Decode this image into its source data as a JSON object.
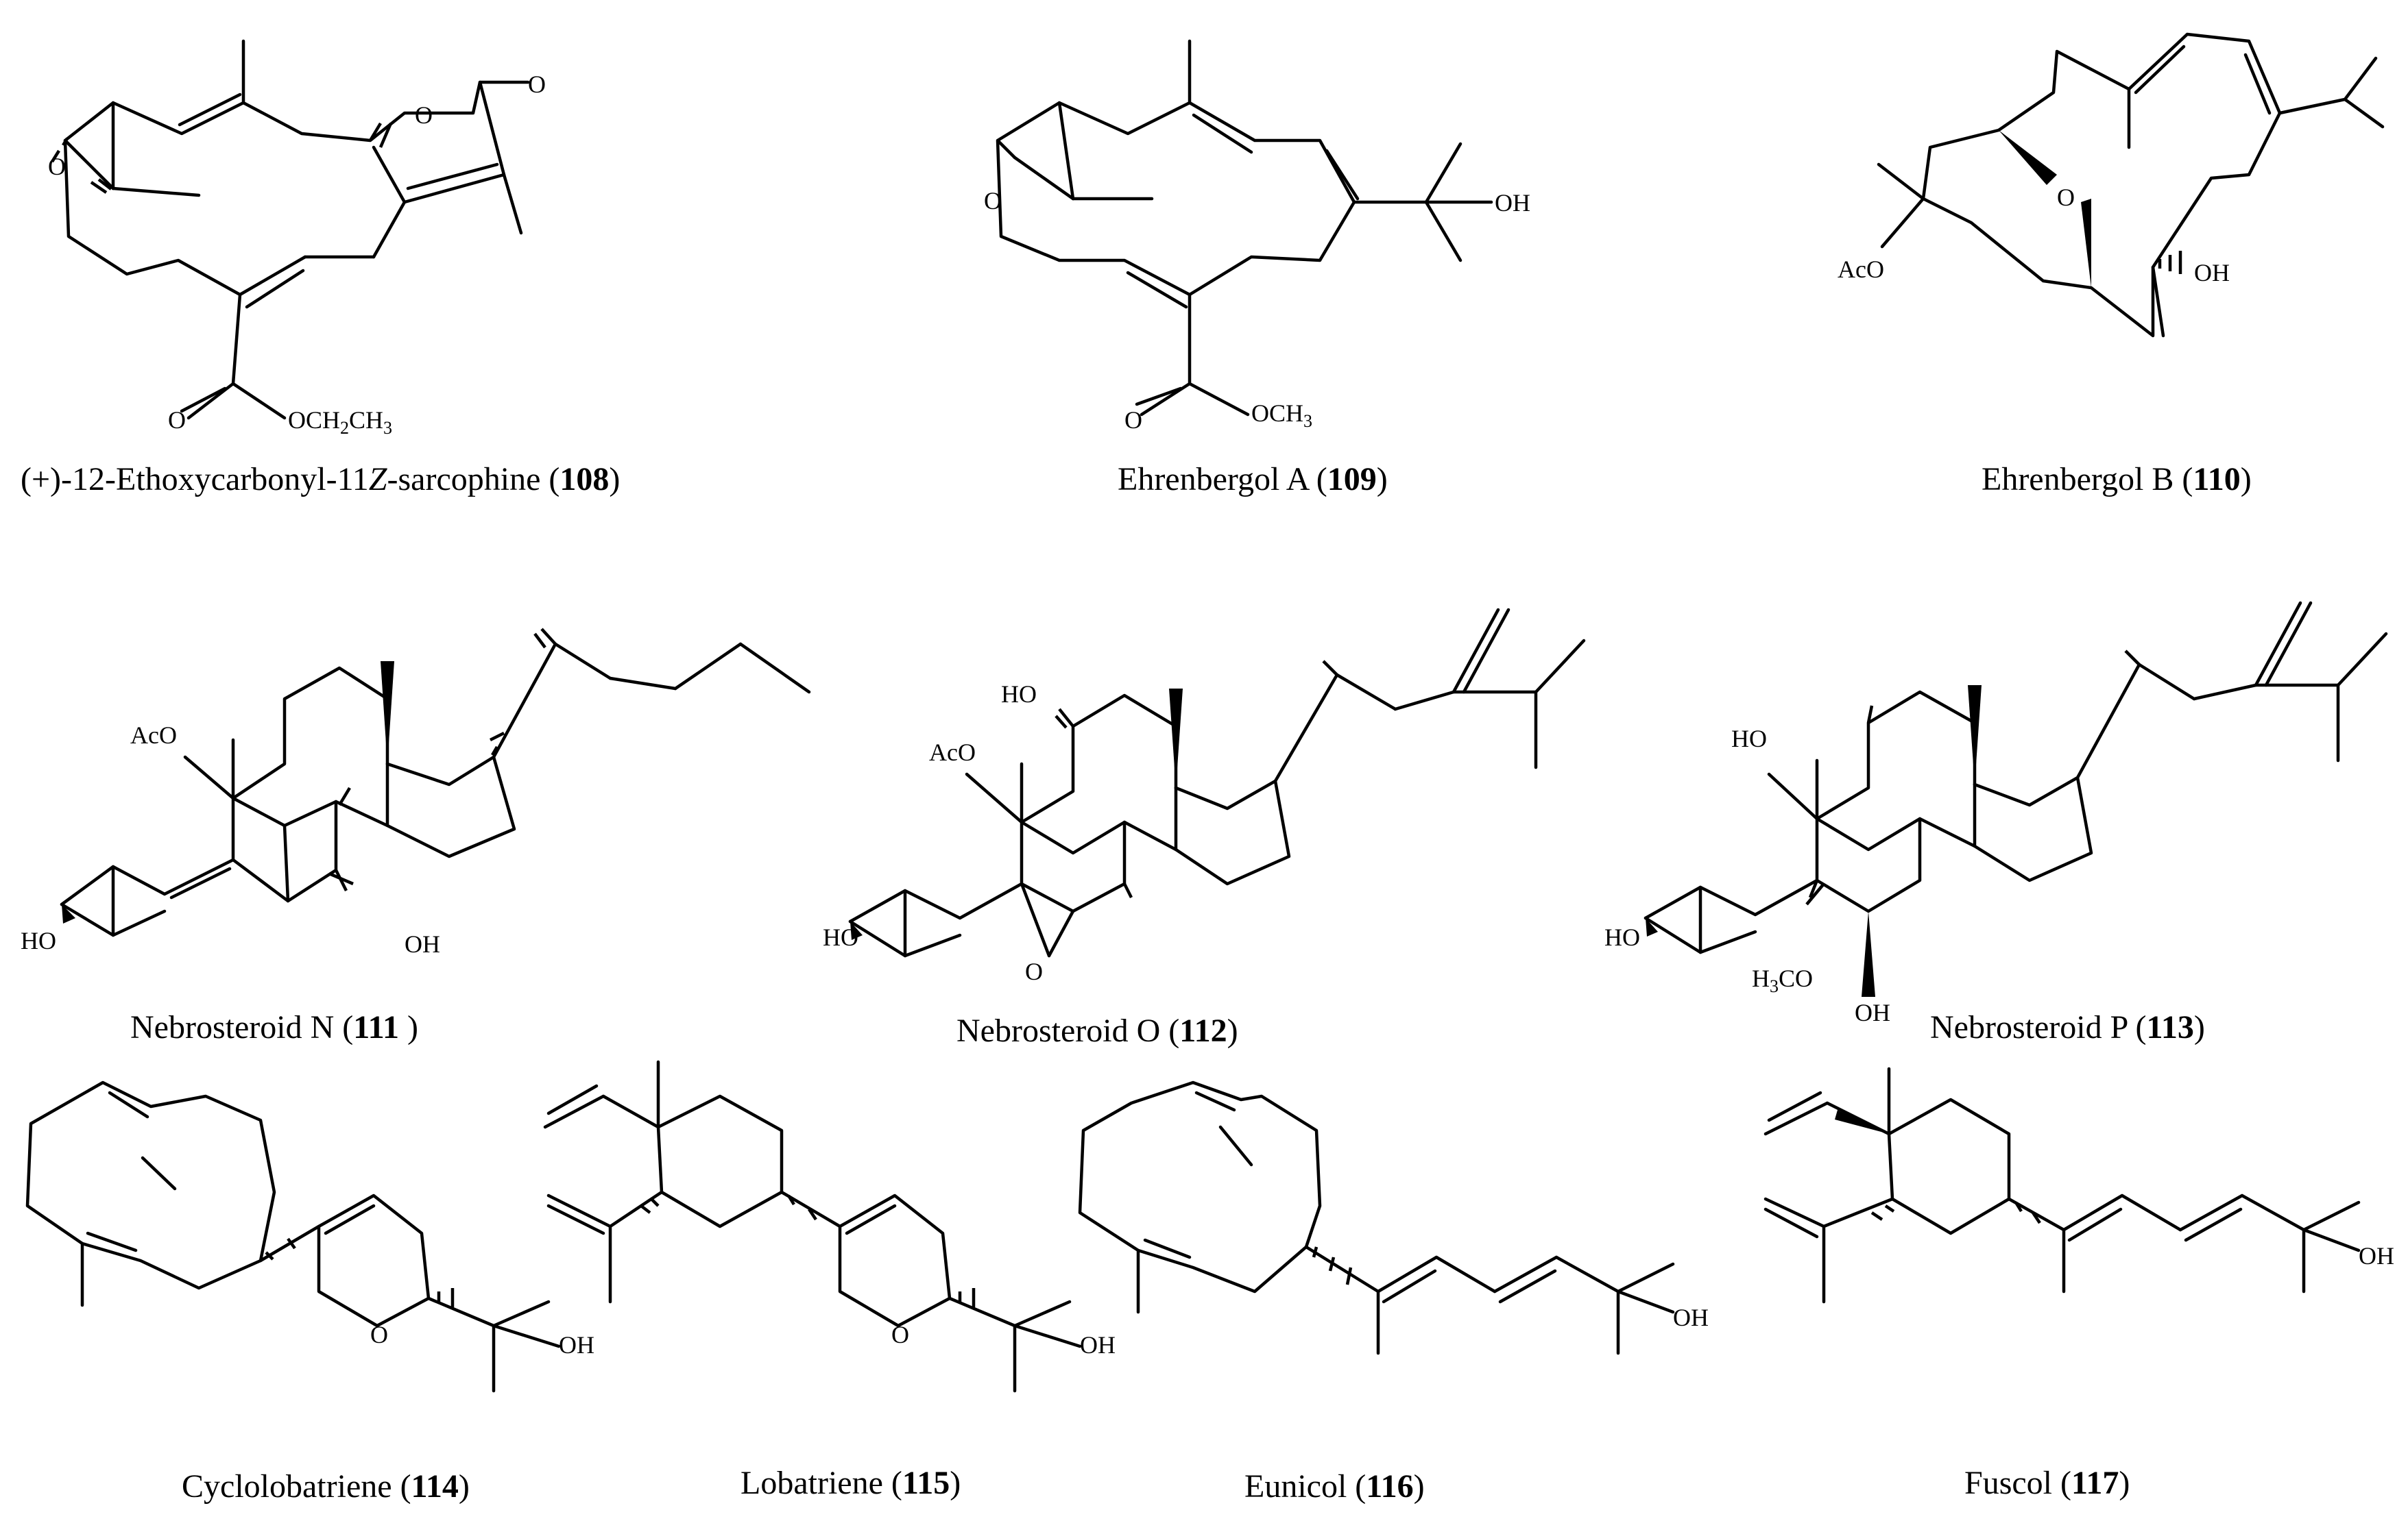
{
  "compounds": [
    {
      "pre": "(+)-12-Ethoxycarbonyl-11",
      "italic": "Z",
      "post": "-sarcophine (",
      "num": "108",
      "close": ")"
    },
    {
      "pre": "Ehrenbergol A (",
      "num": "109",
      "close": ")"
    },
    {
      "pre": "Ehrenbergol B (",
      "num": "110",
      "close": ")"
    },
    {
      "pre": "Nebrosteroid N (",
      "num": "111",
      "close": " )"
    },
    {
      "pre": "Nebrosteroid O (",
      "num": "112",
      "close": ")"
    },
    {
      "pre": "Nebrosteroid P (",
      "num": "113",
      "close": ")"
    },
    {
      "pre": "Cyclolobatriene (",
      "num": "114",
      "close": ")"
    },
    {
      "pre": "Lobatriene (",
      "num": "115",
      "close": ")"
    },
    {
      "pre": "Eunicol (",
      "num": "116",
      "close": ")"
    },
    {
      "pre": "Fuscol (",
      "num": "117",
      "close": ")"
    }
  ],
  "atoms": {
    "O": "O",
    "OH": "OH",
    "HO": "HO",
    "AcO": "AcO",
    "OCH3": "OCH₃",
    "OCH2CH3": "OCH₂CH₃",
    "H3CO": "H₃CO"
  }
}
